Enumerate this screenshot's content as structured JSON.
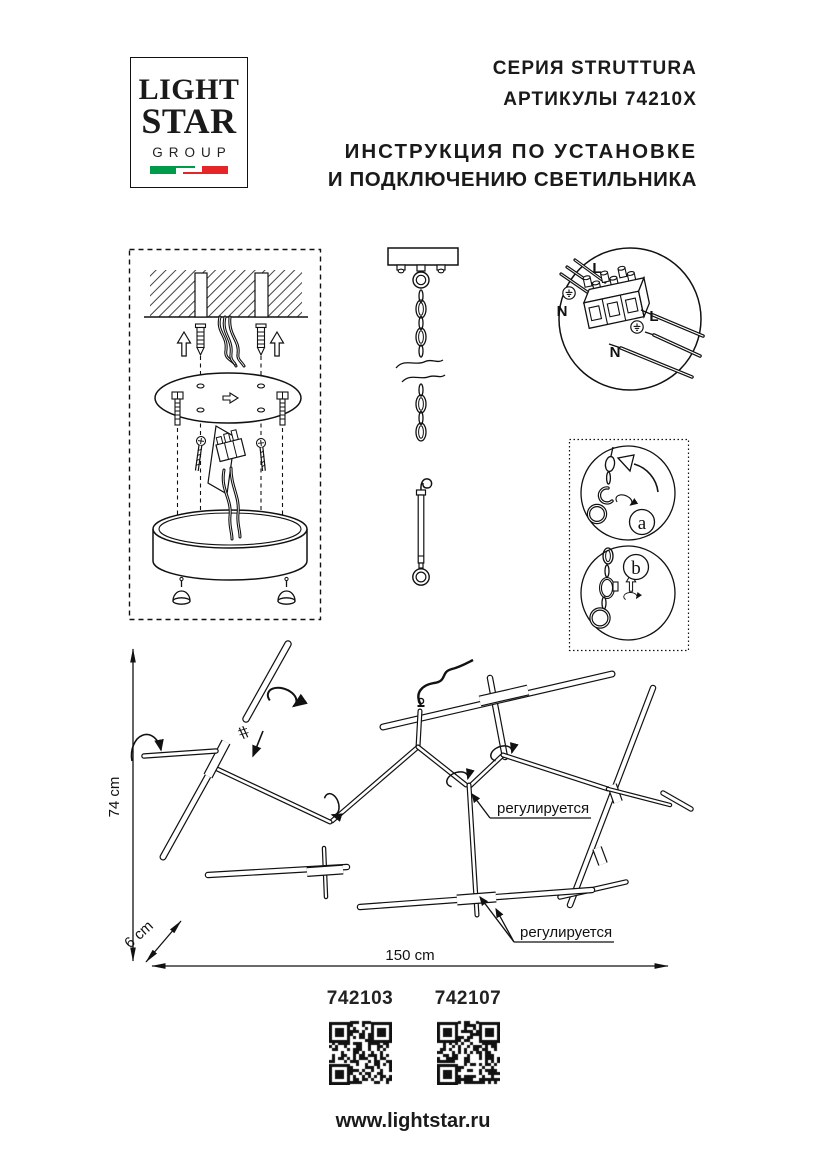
{
  "header": {
    "series": "СЕРИЯ STRUTTURA",
    "articles_line": "АРТИКУЛЫ 74210X",
    "title_line1": "ИНСТРУКЦИЯ ПО УСТАНОВКЕ",
    "title_line2": "И ПОДКЛЮЧЕНИЮ СВЕТИЛЬНИКА"
  },
  "logo": {
    "line1": "LIGHT",
    "line2": "STAR",
    "line3": "GROUP",
    "flag_green": "#009b4a",
    "flag_red": "#e52528"
  },
  "wiring_detail": {
    "terminal_live": "L",
    "terminal_neutral": "N",
    "wire_live": "L",
    "wire_neutral": "N"
  },
  "assembly_details": {
    "step_a": "a",
    "step_b": "b"
  },
  "dimensions": {
    "height": "74 cm",
    "tube": "6 cm",
    "width": "150 cm"
  },
  "annotations": {
    "adjustable_1": "регулируется",
    "adjustable_2": "регулируется"
  },
  "articles": [
    {
      "code": "742103"
    },
    {
      "code": "742107"
    }
  ],
  "footer": {
    "website": "www.lightstar.ru"
  }
}
